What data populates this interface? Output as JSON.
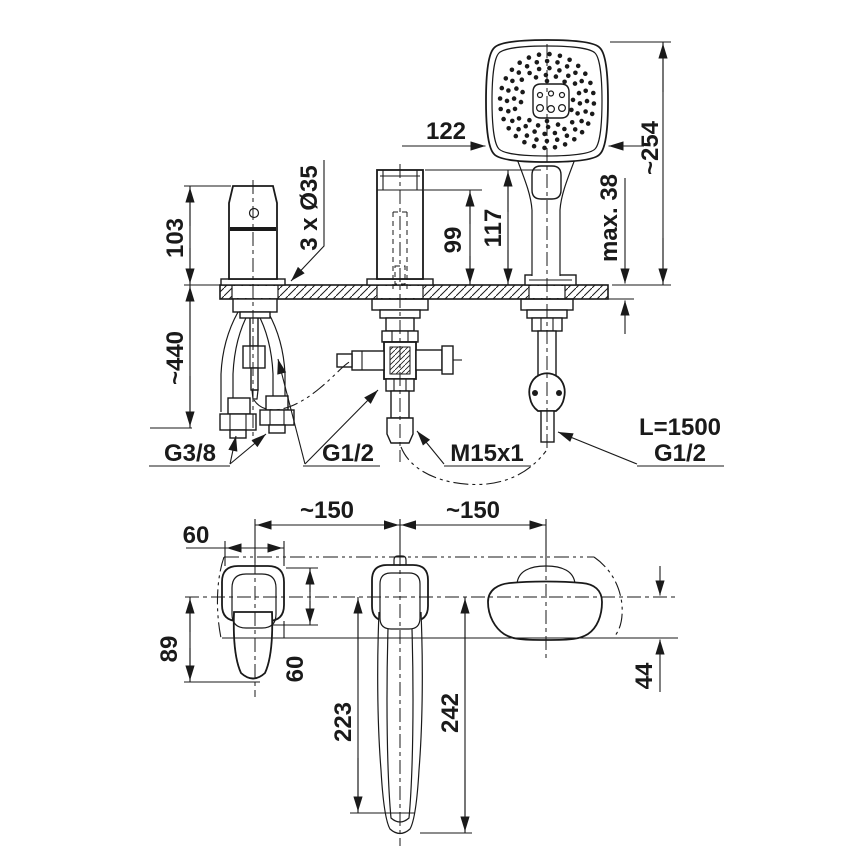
{
  "drawing_title": "bath-rim-mixer-installation-drawing",
  "colors": {
    "line": "#1a1a1a",
    "background": "#ffffff"
  },
  "side_view": {
    "dim_head_width": "122",
    "dim_total_height": "~254",
    "dim_handle_height": "103",
    "dim_hole_spec": "3 x Ø35",
    "dim_spout_outlet_height": "99",
    "dim_spout_height": "117",
    "dim_deck_thickness": "max. 38",
    "dim_below_deck": "~440",
    "label_supply_thread": "G3/8",
    "label_mid_thread": "G1/2",
    "label_valve_outlet_thread": "M15x1",
    "label_hose_length": "L=1500",
    "label_hose_thread": "G1/2"
  },
  "plan_view": {
    "dim_spacing_left": "~150",
    "dim_spacing_right": "~150",
    "dim_handle_width": "60",
    "dim_handle_reach": "89",
    "dim_handle_offset": "60",
    "dim_spout_inner_reach": "223",
    "dim_spout_reach": "242",
    "dim_edge_offset": "44"
  }
}
